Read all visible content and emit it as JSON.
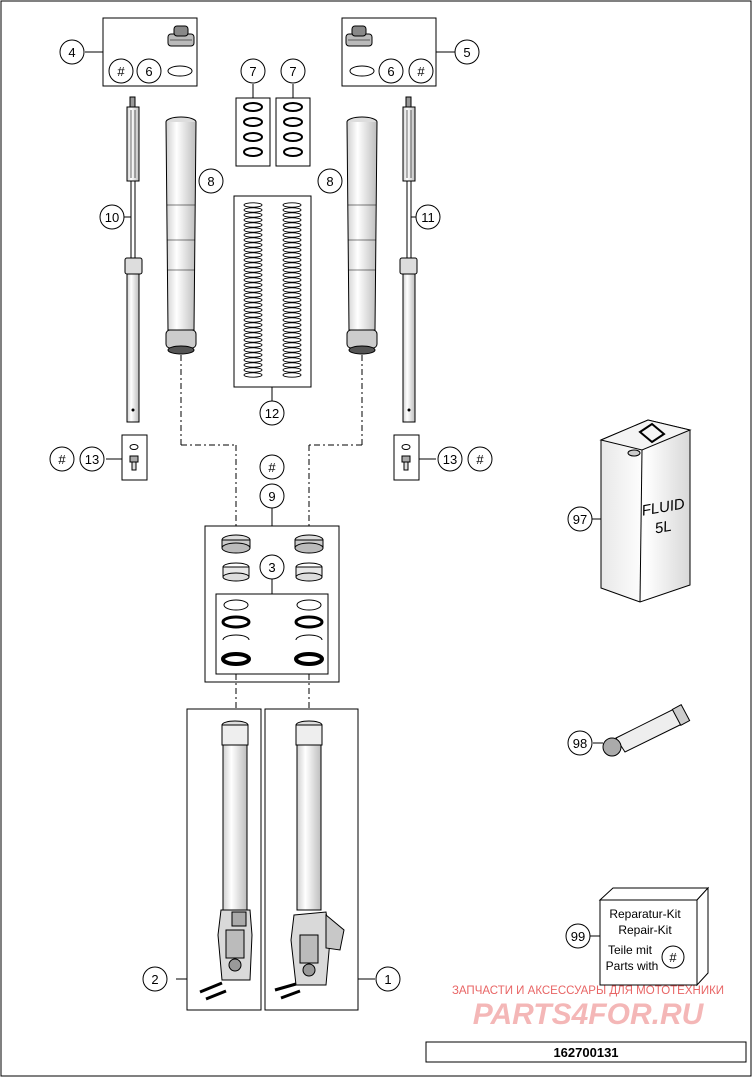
{
  "callouts": {
    "c1": "1",
    "c2": "2",
    "c3": "3",
    "c4": "4",
    "c5": "5",
    "c6a": "6",
    "c6b": "6",
    "c7a": "7",
    "c7b": "7",
    "c8a": "8",
    "c8b": "8",
    "c9": "9",
    "c10": "10",
    "c11": "11",
    "c12": "12",
    "c13a": "13",
    "c13b": "13",
    "c97": "97",
    "c98": "98",
    "c99": "99",
    "hash": "#"
  },
  "fluid_can": {
    "line1": "FLUID",
    "line2": "5L"
  },
  "repair_kit": {
    "line1": "Reparatur-Kit",
    "line2": "Repair-Kit",
    "line3": "Teile mit",
    "line4": "Parts with",
    "symbol": "#"
  },
  "watermark": {
    "line1": "ЗАПЧАСТИ И АКСЕССУАРЫ ДЛЯ МОТОТЕХНИКИ",
    "line2": "PARTS4FOR.RU",
    "color": "#e03030"
  },
  "diagram_id": "162700131",
  "colors": {
    "stroke": "#000000",
    "tube_fill": "#f2f2f2",
    "watermark": "#e03030"
  }
}
